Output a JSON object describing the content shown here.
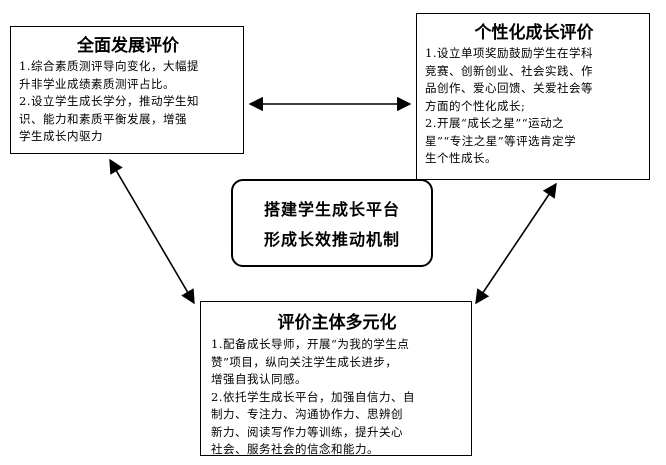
{
  "left_box": {
    "title": "全面发展评价",
    "lines": [
      "1.综合素质测评导向变化，大幅提",
      "升非学业成绩素质测评占比。",
      "2.设立学生成长学分，推动学生知",
      "识、能力和素质平衡发展，增强",
      "学生成长内驱力"
    ]
  },
  "right_box": {
    "title": "个性化成长评价",
    "lines": [
      "1.设立单项奖励鼓励学生在学科",
      "竞赛、创新创业、社会实践、作",
      "品创作、爱心回馈、关爱社会等",
      "方面的个性化成长;",
      "2.开展“成长之星”“运动之",
      "星”“专注之星”等评选肯定学",
      "生个性成长。"
    ]
  },
  "center_box": {
    "line1": "搭建学生成长平台",
    "line2": "形成长效推动机制"
  },
  "bottom_box": {
    "title": "评价主体多元化",
    "lines": [
      "1.配备成长导师，开展“为我的学生点",
      "赞”项目，纵向关注学生成长进步，",
      "增强自我认同感。",
      "2.依托学生成长平台，加强自信力、自",
      "制力、专注力、沟通协作力、思辨创",
      "新力、阅读写作力等训练，提升关心",
      "社会、服务社会的信念和能力。"
    ]
  }
}
